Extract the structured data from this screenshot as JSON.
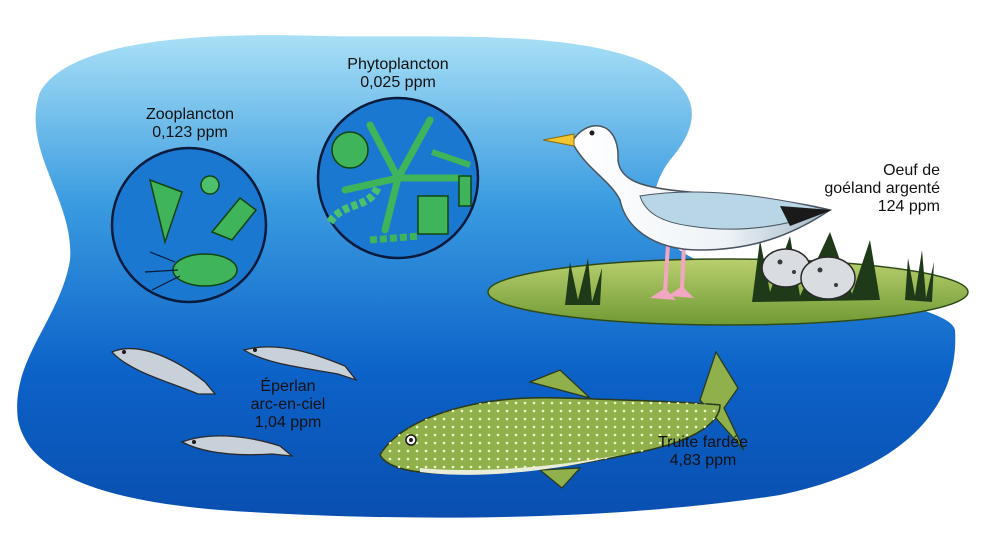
{
  "labels": {
    "phytoplankton": {
      "name": "Phytoplancton",
      "value": "0,025 ppm"
    },
    "zooplankton": {
      "name": "Zooplancton",
      "value": "0,123 ppm"
    },
    "gull_egg": {
      "line1": "Oeuf de",
      "line2": "goéland argenté",
      "value": "124 ppm"
    },
    "smelt": {
      "line1": "Éperlan",
      "line2": "arc-en-ciel",
      "value": "1,04 ppm"
    },
    "trout": {
      "name": "Truite fardée",
      "value": "4,83 ppm"
    }
  },
  "colors": {
    "water_light": "#8fd4f2",
    "water_dark": "#0a5fc4",
    "island": "#9dbb4c",
    "plankton": "#3fb45a",
    "trout": "#8fb04a",
    "gull_white": "#f4f6f8",
    "beak": "#f2c630",
    "feet": "#f3a6c2"
  }
}
